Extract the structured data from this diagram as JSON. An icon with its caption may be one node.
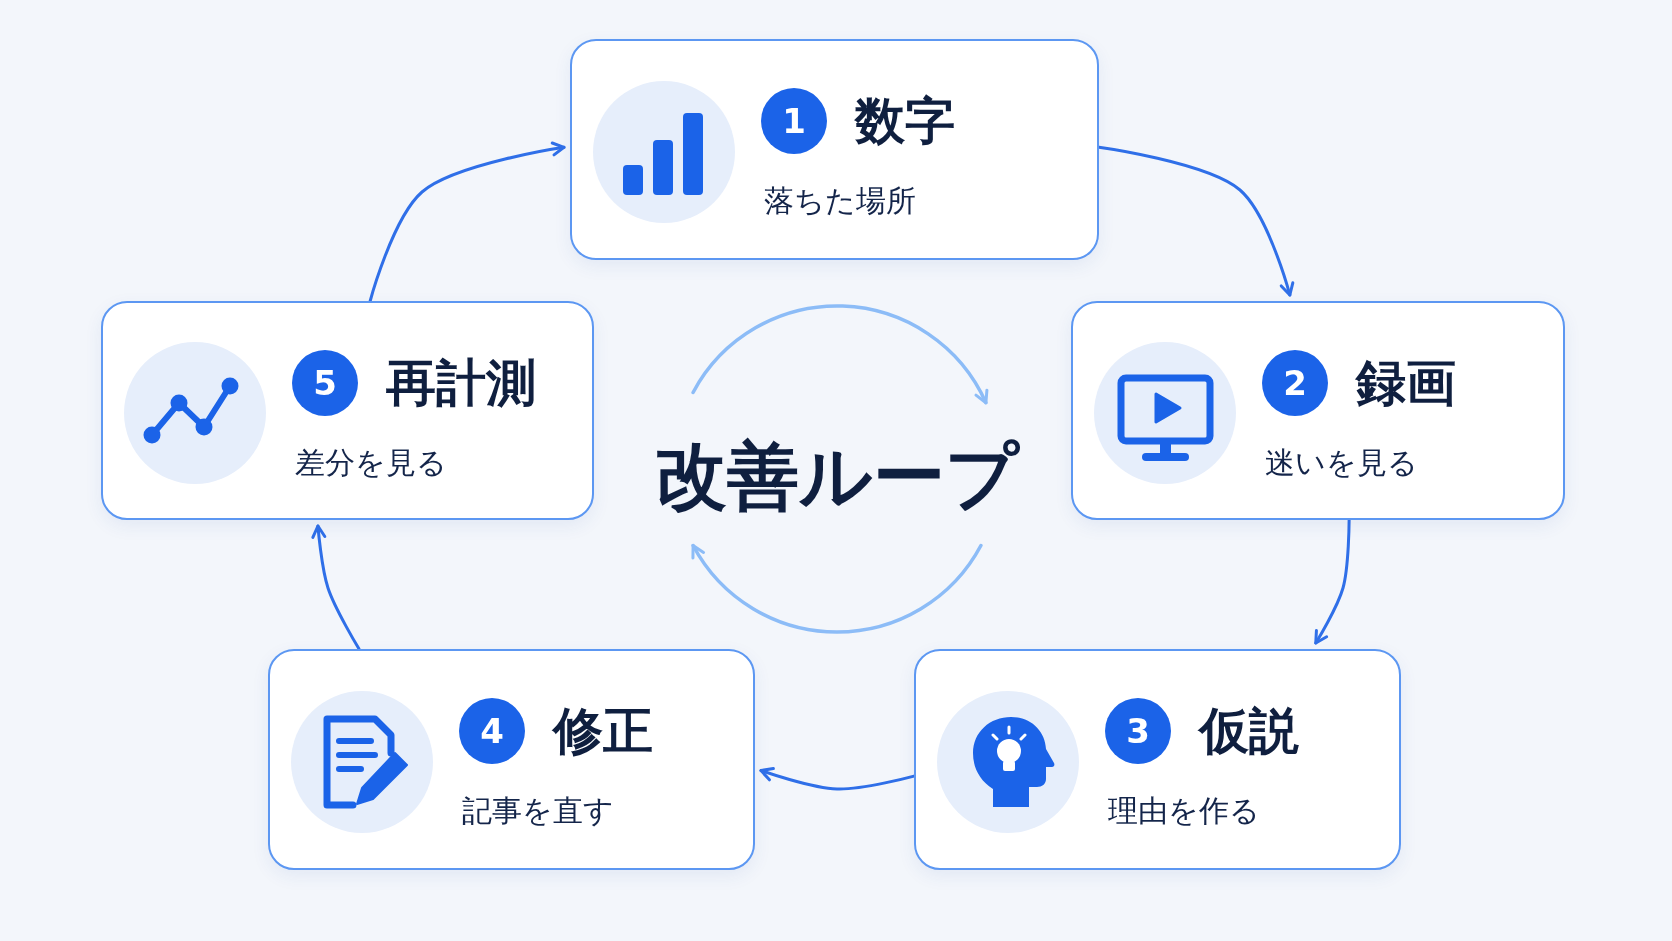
{
  "diagram": {
    "title": "改善ループ",
    "nodes": [
      {
        "text": [
          "数字",
          "落ちた場所"
        ]
      },
      {
        "text": [
          "1"
        ],
        "in": 0
      },
      {
        "text": [
          "録画",
          "迷いを見る"
        ]
      },
      {
        "text": [
          "2"
        ],
        "in": 2
      },
      {
        "text": [
          "仮説",
          "理由を作る"
        ]
      },
      {
        "text": [
          "3"
        ],
        "in": 4
      },
      {
        "text": [
          "修正",
          "記事を直す"
        ]
      },
      {
        "text": [
          "4"
        ],
        "in": 6
      },
      {
        "text": [
          "再計測",
          "差分を見る"
        ]
      },
      {
        "text": [
          "5"
        ],
        "in": 8
      }
    ],
    "edges": [
      {
        "from": 0,
        "to": 2,
        "arrow": "to"
      },
      {
        "from": 2,
        "to": 4,
        "arrow": "to"
      },
      {
        "from": 4,
        "to": 6,
        "arrow": "to"
      },
      {
        "from": 6,
        "to": 8,
        "arrow": "to"
      },
      {
        "from": 8,
        "to": 0,
        "arrow": "to"
      }
    ]
  }
}
